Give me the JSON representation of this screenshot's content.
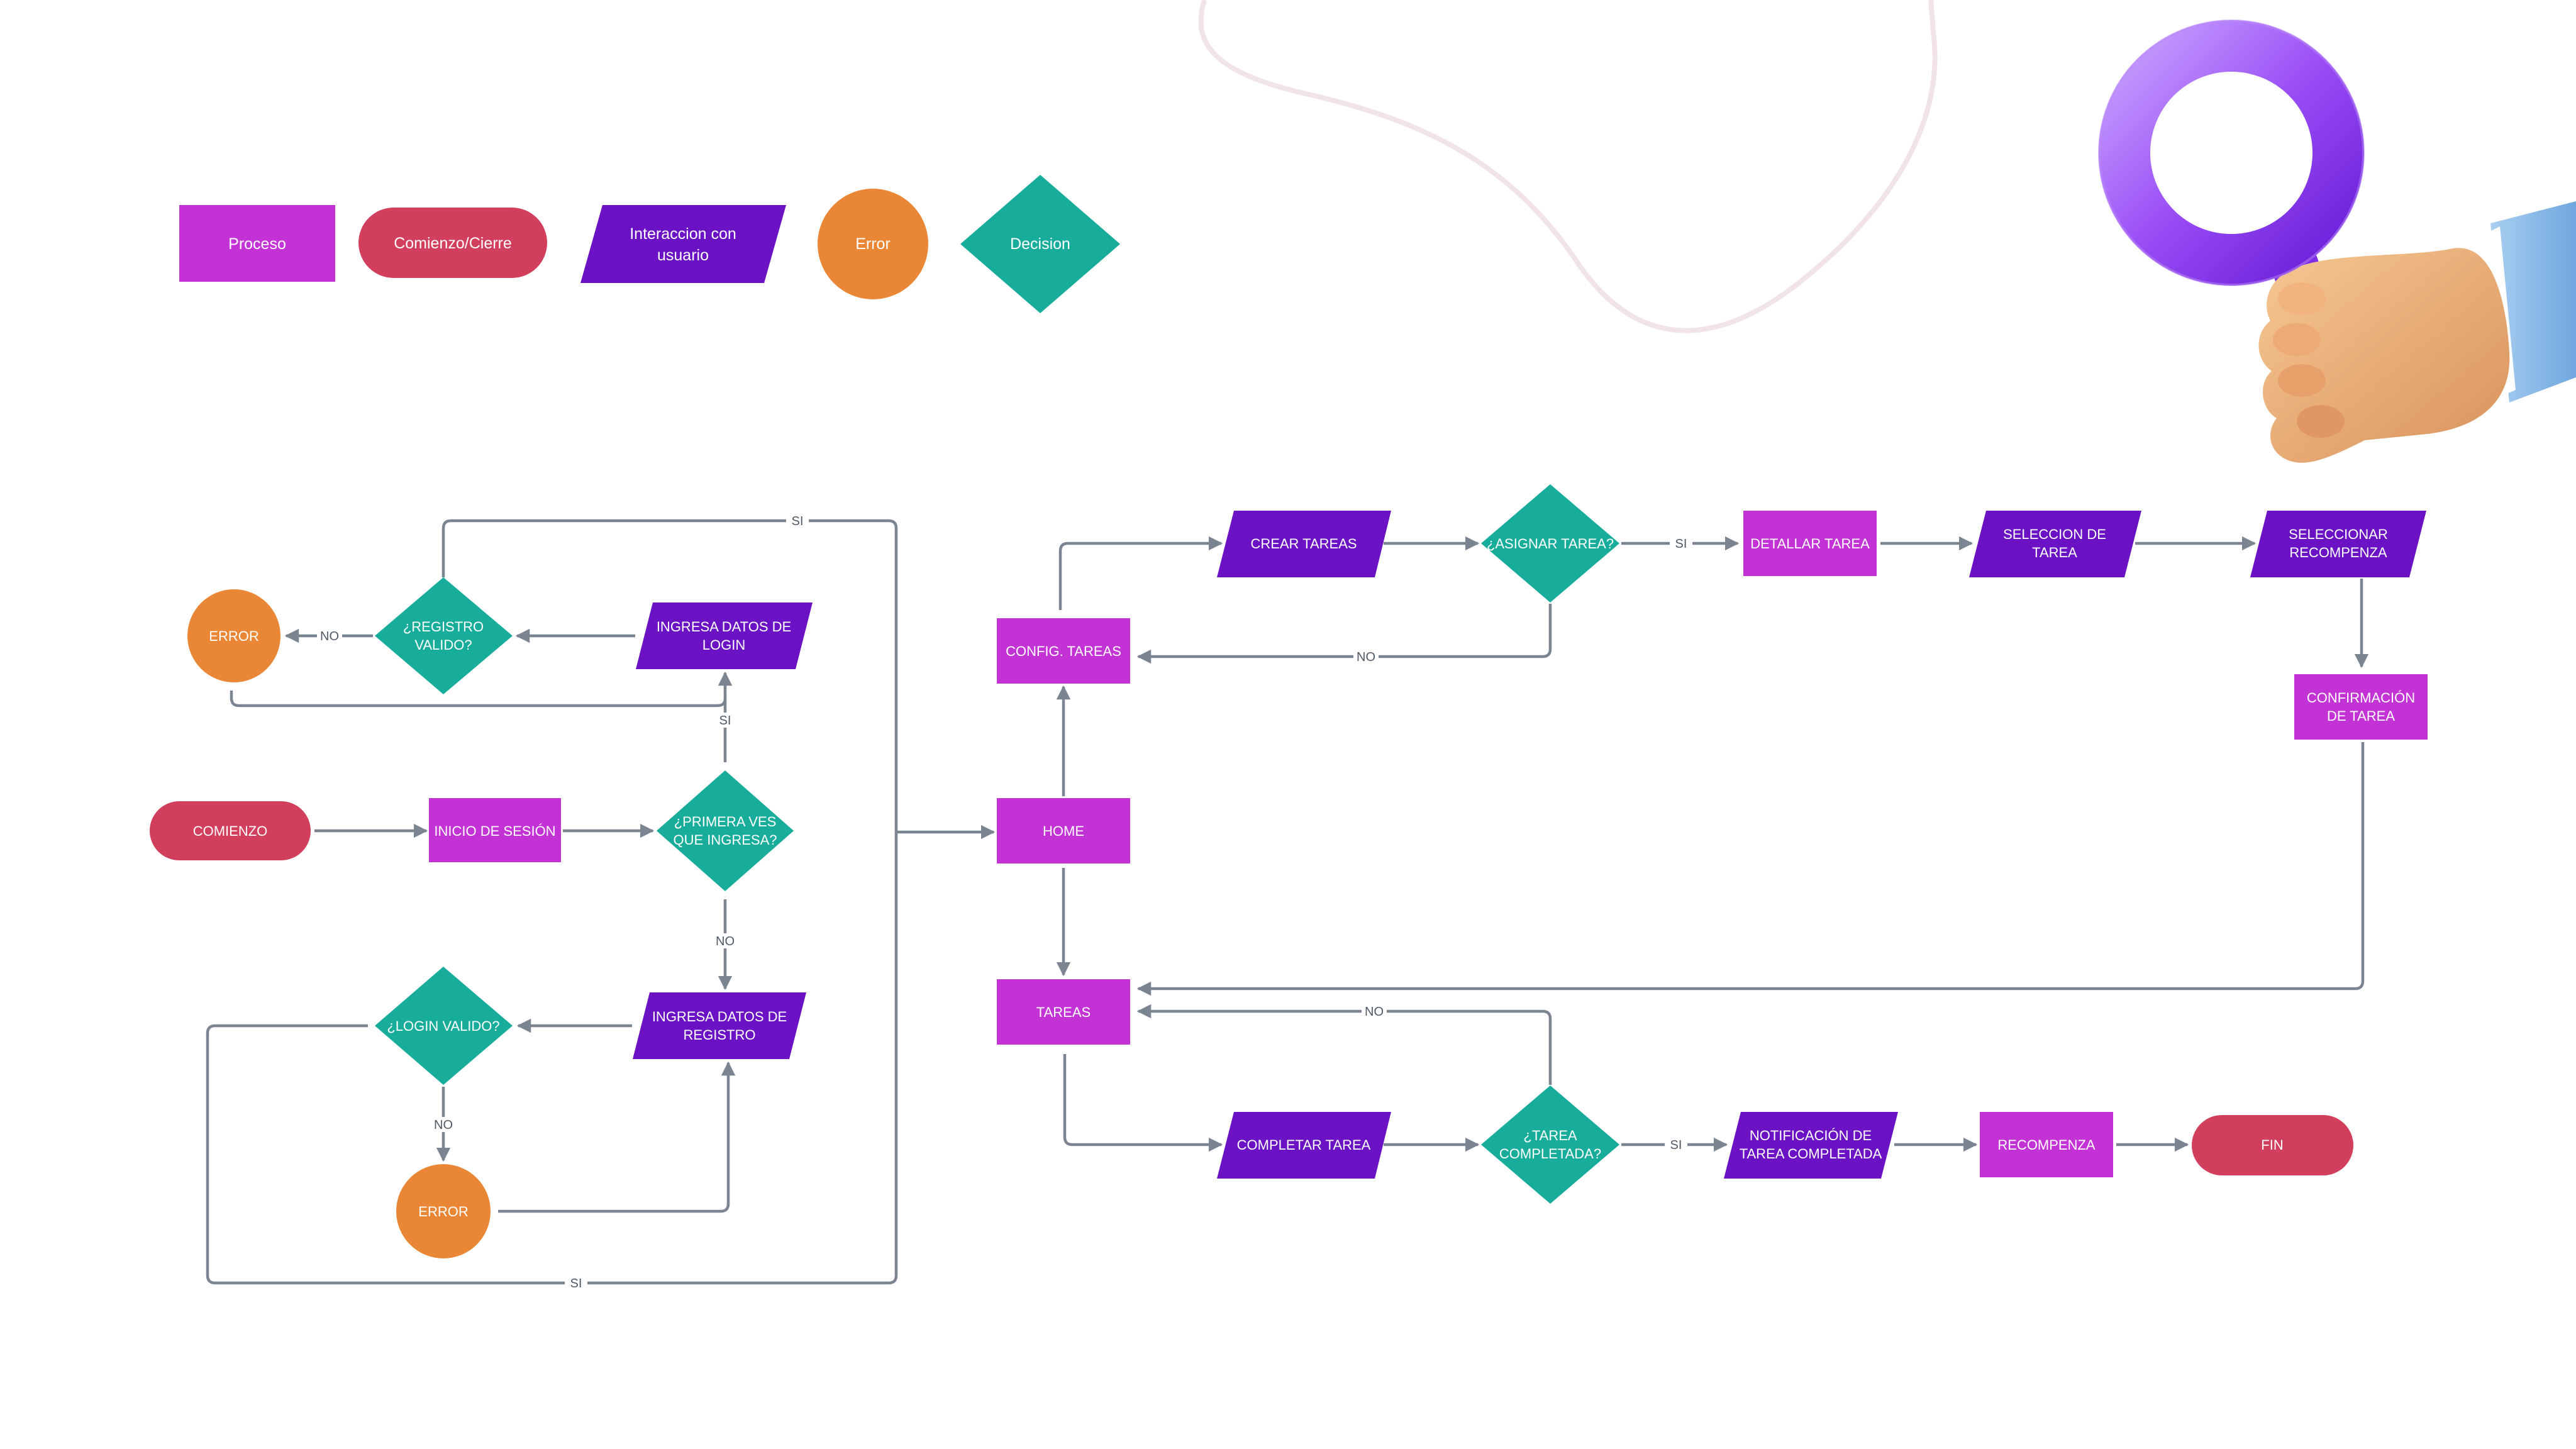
{
  "colors": {
    "process": "#c332d4",
    "terminal": "#d23f5c",
    "interaction": "#6a12c4",
    "error": "#ea8736",
    "decision": "#18ad9b",
    "edge": "#7b8592"
  },
  "legend": [
    {
      "id": "leg-process",
      "label": "Proceso"
    },
    {
      "id": "leg-terminal",
      "label": "Comienzo/Cierre"
    },
    {
      "id": "leg-interaction",
      "label": "Interaccion con usuario"
    },
    {
      "id": "leg-error",
      "label": "Error"
    },
    {
      "id": "leg-decision",
      "label": "Decision"
    }
  ],
  "nodes": {
    "comienzo": "COMIENZO",
    "inicio_sesion": "INICIO DE SESIÓN",
    "primera_vez": "¿PRIMERA VES QUE INGRESA?",
    "ingresa_login": "INGRESA DATOS DE LOGIN",
    "registro_valido": "¿REGISTRO VALIDO?",
    "error_top": "ERROR",
    "ingresa_registro": "INGRESA DATOS DE REGISTRO",
    "login_valido": "¿LOGIN VALIDO?",
    "error_bottom": "ERROR",
    "home": "HOME",
    "config_tareas": "CONFIG. TAREAS",
    "crear_tareas": "CREAR TAREAS",
    "asignar_tarea": "¿ASIGNAR TAREA?",
    "detallar_tarea": "DETALLAR TAREA",
    "seleccion_tarea": "SELECCION DE TAREA",
    "seleccionar_recompensa": "SELECCIONAR RECOMPENZA",
    "confirmacion_tarea": "CONFIRMACIÓN DE TAREA",
    "tareas": "TAREAS",
    "completar_tarea": "COMPLETAR TAREA",
    "tarea_completada": "¿TAREA COMPLETADA?",
    "notificacion": "NOTIFICACIÓN DE TAREA COMPLETADA",
    "recompenza": "RECOMPENZA",
    "fin": "FIN"
  },
  "edge_labels": {
    "si_top": "SI",
    "no_registro": "NO",
    "si_primera": "SI",
    "no_primera": "NO",
    "no_login": "NO",
    "si_bottom": "SI",
    "si_asignar": "SI",
    "no_asignar": "NO",
    "no_completada": "NO",
    "si_completada": "SI"
  }
}
